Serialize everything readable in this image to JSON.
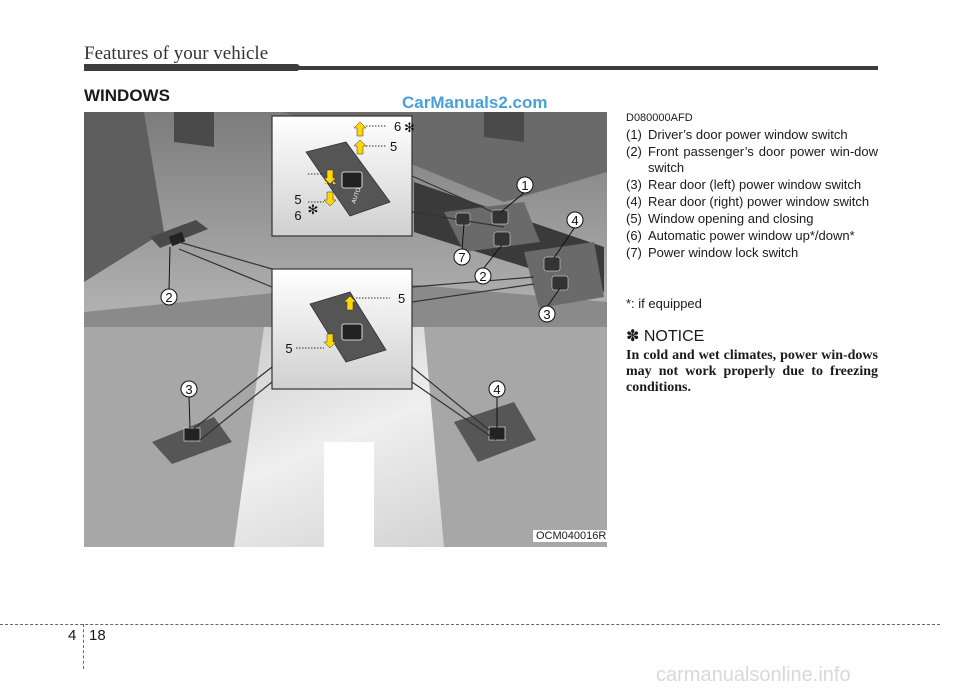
{
  "header": {
    "title": "Features of your vehicle"
  },
  "section": {
    "title": "WINDOWS"
  },
  "watermark_top": "CarManuals2.com",
  "figure": {
    "code": "OCM040016R",
    "callouts": {
      "c1": "1",
      "c2a": "2",
      "c2b": "2",
      "c3a": "3",
      "c3b": "3",
      "c4a": "4",
      "c4b": "4",
      "c5a": "5",
      "c5b": "5",
      "c5c": "5",
      "c5d": "5",
      "c6a": "6",
      "c6b": "6",
      "c7": "7",
      "star_a": "✻",
      "star_b": "✻",
      "auto": "AUTO"
    }
  },
  "content": {
    "code": "D080000AFD",
    "items": [
      {
        "num": "(1)",
        "text": "Driver’s door power window switch"
      },
      {
        "num": "(2)",
        "text": "Front passenger’s door power win-dow switch"
      },
      {
        "num": "(3)",
        "text": "Rear door (left) power window switch"
      },
      {
        "num": "(4)",
        "text": "Rear door (right) power window switch"
      },
      {
        "num": "(5)",
        "text": "Window opening and closing"
      },
      {
        "num": "(6)",
        "text": "Automatic power window up*/down*"
      },
      {
        "num": "(7)",
        "text": "Power window lock switch"
      }
    ],
    "footnote": "*: if equipped",
    "notice_title": "✽ NOTICE",
    "notice_body": "In cold and wet climates, power win-dows may not work properly due to freezing conditions."
  },
  "footer": {
    "section": "4",
    "page": "18",
    "watermark": "carmanualsonline.info"
  }
}
